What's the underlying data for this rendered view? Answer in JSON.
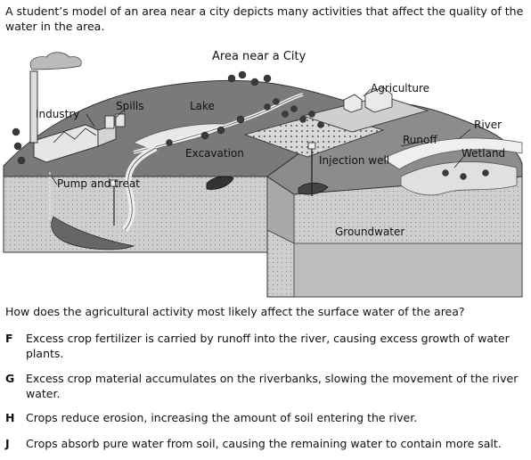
{
  "intro": "A student’s model of an area near a city depicts many activities that affect the quality of the water in the area.",
  "figure": {
    "title": "Area near a City",
    "labels": {
      "industry": "Industry",
      "spills": "Spills",
      "lake": "Lake",
      "agriculture": "Agriculture",
      "river": "River",
      "runoff": "Runoff",
      "wetland": "Wetland",
      "excavation": "Excavation",
      "injection_well": "Injection well",
      "pump_and_treat": "Pump and treat",
      "groundwater": "Groundwater"
    }
  },
  "question": "How does the agricultural activity most likely affect the surface water of the area?",
  "choices": [
    {
      "letter": "F",
      "text": "Excess crop fertilizer is carried by runoff into the river, causing excess growth of water plants."
    },
    {
      "letter": "G",
      "text": "Excess crop material accumulates on the riverbanks, slowing the movement of the river water."
    },
    {
      "letter": "H",
      "text": "Crops reduce erosion, increasing the amount of soil entering the river."
    },
    {
      "letter": "J",
      "text": "Crops absorb pure water from soil, causing the remaining water to contain more salt."
    }
  ]
}
